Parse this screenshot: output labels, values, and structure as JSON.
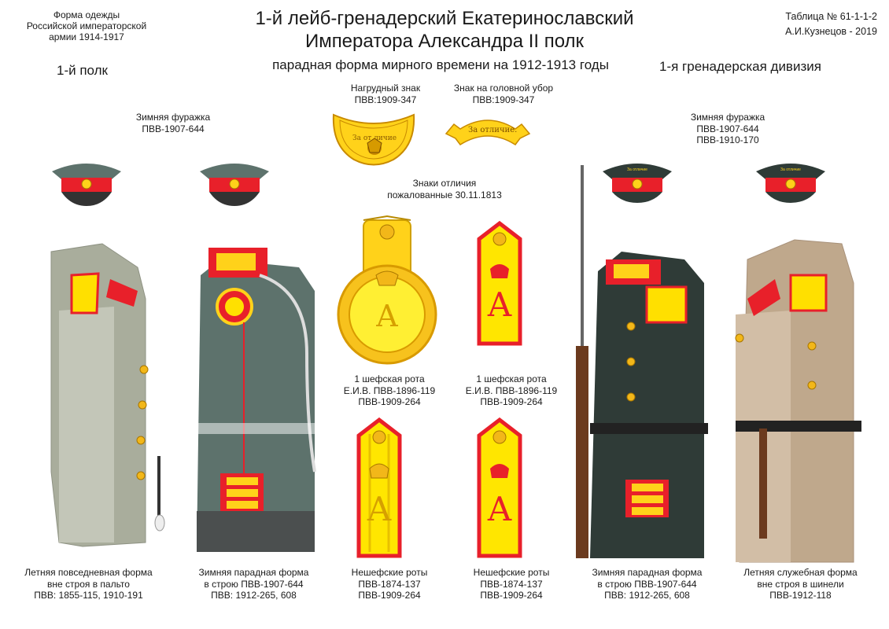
{
  "header": {
    "top_left": [
      "Форма одежды",
      "Российской императорской",
      "армии  1914-1917"
    ],
    "regiment_no": "1-й полк",
    "title_line1": "1-й лейб-гренадерский Екатеринославский",
    "title_line2": "Императора Александра II полк",
    "subtitle": "парадная форма мирного времени на 1912-1913 годы",
    "table_no": "Таблица № 61-1-1-2",
    "author": "А.И.Кузнецов - 2019",
    "division": "1-я гренадерская дивизия"
  },
  "labels": {
    "cap_left": [
      "Зимняя фуражка",
      "ПВВ-1907-644"
    ],
    "cap_right": [
      "Зимняя фуражка",
      "ПВВ-1907-644",
      "ПВВ-1910-170"
    ],
    "breast_badge": [
      "Нагрудный знак",
      "ПВВ:1909-347"
    ],
    "head_badge": [
      "Знак на головной убор",
      "ПВВ:1909-347"
    ],
    "distinctions": [
      "Знаки отличия",
      "пожалованные 30.11.1813"
    ],
    "epaulette_1": [
      "1 шефская рота",
      "Е.И.В. ПВВ-1896-119",
      "ПВВ-1909-264"
    ],
    "strap_1": [
      "1 шефская рота",
      "Е.И.В. ПВВ-1896-119",
      "ПВВ-1909-264"
    ],
    "strap_2": [
      "Нешефские роты",
      "ПВВ-1874-137",
      "ПВВ-1909-264"
    ],
    "strap_3": [
      "Нешефские роты",
      "ПВВ-1874-137",
      "ПВВ-1909-264"
    ]
  },
  "badge_text": {
    "breast": "За от   личие",
    "head": "За отличие.",
    "cap": "За отличие"
  },
  "figures": [
    {
      "caption": [
        "Летняя повседневная форма",
        "вне строя в пальто",
        "ПВВ: 1855-115, 1910-191"
      ]
    },
    {
      "caption": [
        "Зимняя парадная форма",
        "в строю ПВВ-1907-644",
        "ПВВ: 1912-265, 608"
      ]
    },
    {
      "caption": [
        "Зимняя парадная форма",
        "в строю ПВВ-1907-644",
        "ПВВ: 1912-265, 608"
      ]
    },
    {
      "caption": [
        "Летняя служебная форма",
        "вне строя в шинели",
        "ПВВ-1912-118"
      ]
    }
  ],
  "colors": {
    "coat_grey": "#a9ad9c",
    "tunic_green": "#5d726c",
    "tunic_dark": "#2f3b37",
    "greatcoat_tan": "#bfa88c",
    "red": "#e8202a",
    "yellow": "#ffe000",
    "gold": "#f2b719"
  }
}
